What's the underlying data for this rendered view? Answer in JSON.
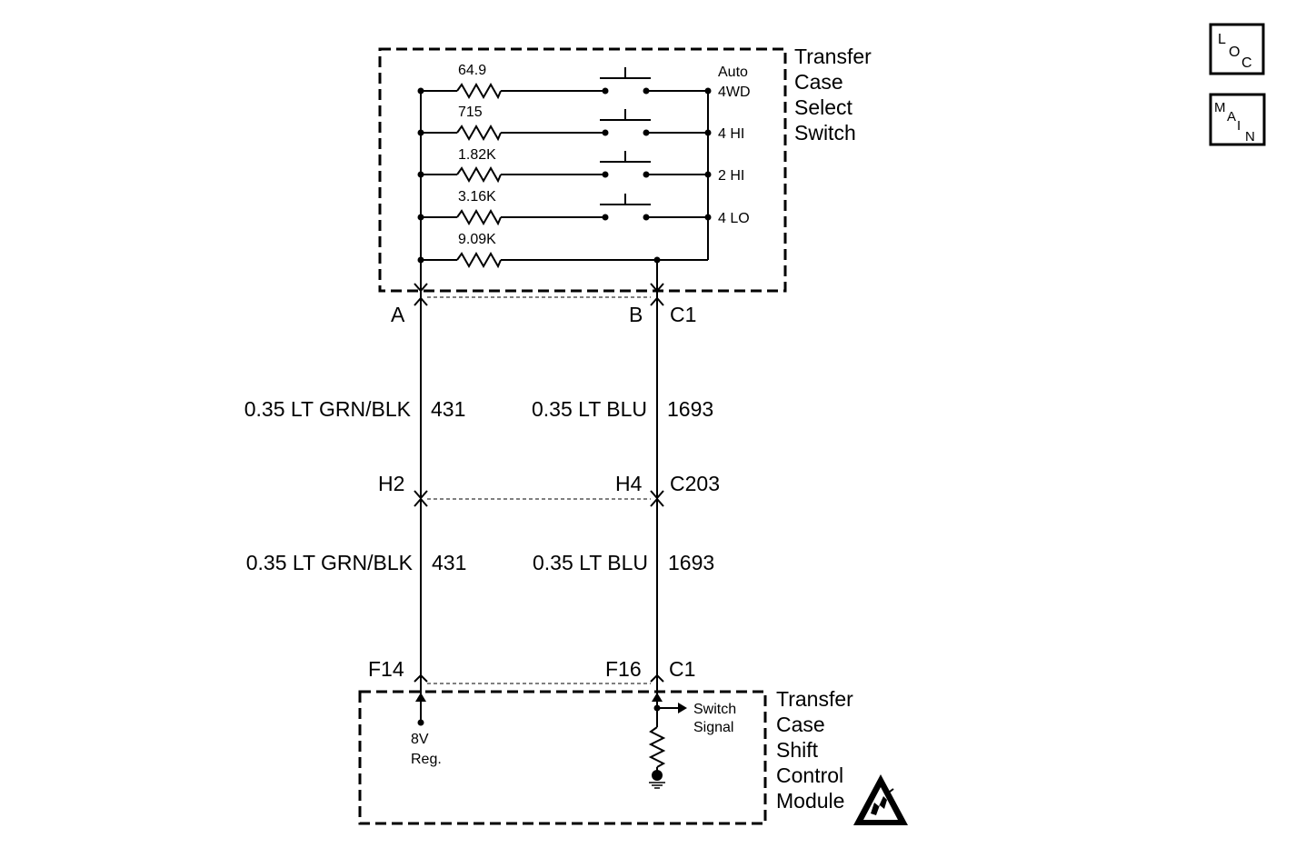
{
  "switch_box": {
    "title_lines": [
      "Transfer",
      "Case",
      "Select",
      "Switch"
    ],
    "resistors": [
      "64.9",
      "715",
      "1.82K",
      "3.16K",
      "9.09K"
    ],
    "positions": [
      {
        "line1": "Auto",
        "line2": "4WD"
      },
      {
        "line1": "4 HI"
      },
      {
        "line1": "2 HI"
      },
      {
        "line1": "4 LO"
      }
    ]
  },
  "connector_c1_top": {
    "pin_a": "A",
    "pin_b": "B",
    "name": "C1"
  },
  "wires_upper": [
    {
      "spec": "0.35 LT GRN/BLK",
      "circuit": "431"
    },
    {
      "spec": "0.35 LT BLU",
      "circuit": "1693"
    }
  ],
  "connector_c203": {
    "pin_a": "H2",
    "pin_b": "H4",
    "name": "C203"
  },
  "wires_lower": [
    {
      "spec": "0.35 LT GRN/BLK",
      "circuit": "431"
    },
    {
      "spec": "0.35 LT BLU",
      "circuit": "1693"
    }
  ],
  "connector_c1_bottom": {
    "pin_a": "F14",
    "pin_b": "F16",
    "name": "C1"
  },
  "module_box": {
    "title_lines": [
      "Transfer",
      "Case",
      "Shift",
      "Control",
      "Module"
    ],
    "ref_line1": "8V",
    "ref_line2": "Reg.",
    "signal_line1": "Switch",
    "signal_line2": "Signal",
    "esd_icon": "esd-warning-icon"
  },
  "nav_buttons": [
    {
      "letters": [
        "L",
        "O",
        "C"
      ]
    },
    {
      "letters": [
        "M",
        "A",
        "I",
        "N"
      ]
    }
  ]
}
